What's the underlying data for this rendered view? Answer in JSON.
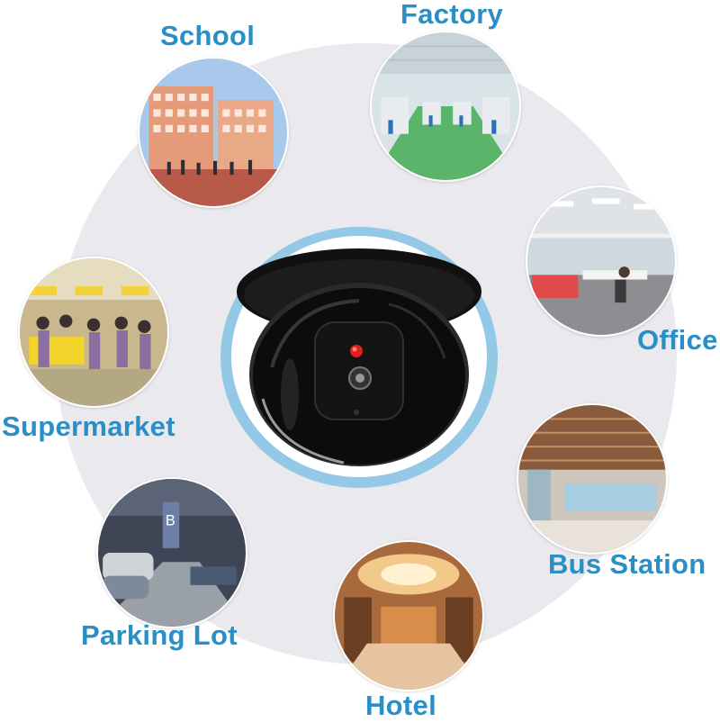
{
  "labels": {
    "school": "School",
    "factory": "Factory",
    "office": "Office",
    "supermarket": "Supermarket",
    "bus_station": "Bus Station",
    "parking_lot": "Parking Lot",
    "hotel": "Hotel"
  },
  "colors": {
    "label_blue": "#2a8fc6",
    "ring_blue": "#93c9e6",
    "background_circle": "#e9e9ee",
    "camera_indicator_red": "#e0201c"
  },
  "center_image": "dummy-dome-security-camera-icon"
}
